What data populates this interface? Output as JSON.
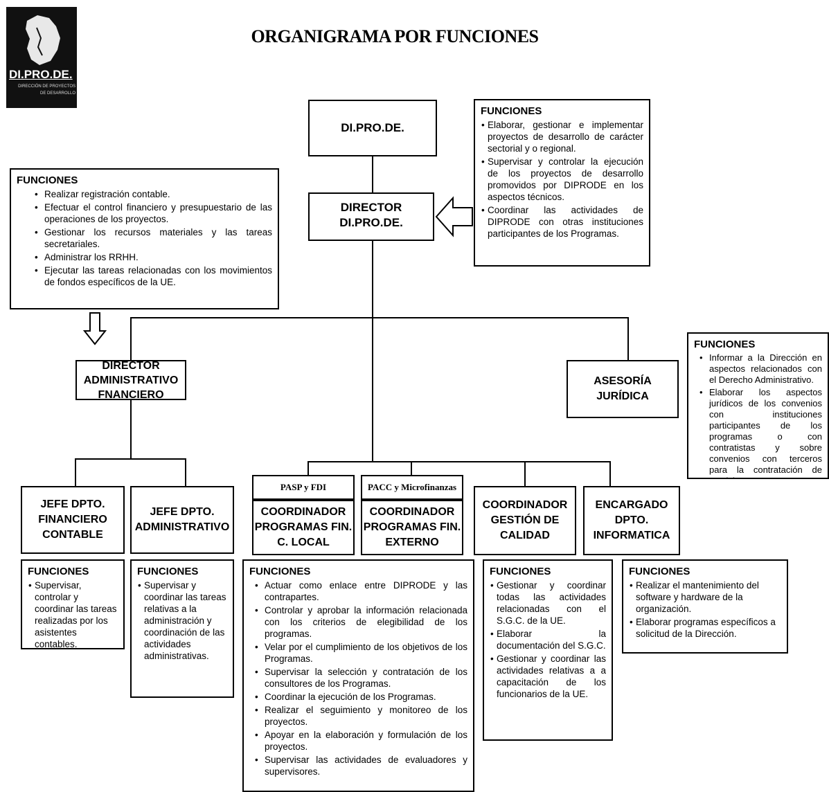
{
  "title": "ORGANIGRAMA POR FUNCIONES",
  "logo": {
    "text": "DI.PRO.DE.",
    "tagline_1": "DIRECCIÓN DE PROYECTOS",
    "tagline_2": "DE DESARROLLO"
  },
  "nodes": {
    "diprode": "DI.PRO.DE.",
    "director_1": "DIRECTOR",
    "director_2": "DI.PRO.DE.",
    "daf_1": "DIRECTOR",
    "daf_2": "ADMINISTRATIVO",
    "daf_3": "FNANCIERO",
    "asesoria": "ASESORÍA JURÍDICA",
    "tag_pasp": "PASP y FDI",
    "tag_pacc": "PACC y Microfinanzas",
    "jfc_1": "JEFE DPTO.",
    "jfc_2": "FINANCIERO",
    "jfc_3": "CONTABLE",
    "jadm_1": "JEFE DPTO.",
    "jadm_2": "ADMINISTRATIVO",
    "cloc_1": "COORDINADOR",
    "cloc_2": "PROGRAMAS FIN.",
    "cloc_3": "C. LOCAL",
    "cext_1": "COORDINADOR",
    "cext_2": "PROGRAMAS FIN.",
    "cext_3": "EXTERNO",
    "cgc_1": "COORDINADOR",
    "cgc_2": "GESTIÓN DE",
    "cgc_3": "CALIDAD",
    "inf_1": "ENCARGADO",
    "inf_2": "DPTO.",
    "inf_3": "INFORMATICA"
  },
  "funciones_label": "FUNCIONES",
  "funciones": {
    "diprode": [
      "Elaborar, gestionar e implementar proyectos de desarrollo de carácter sectorial y o regional.",
      "Supervisar y controlar la ejecución de los proyectos de desarrollo promovidos por DIPRODE en los aspectos técnicos.",
      "Coordinar las actividades de DIPRODE con otras instituciones participantes de los Programas."
    ],
    "admin": [
      "Realizar registración contable.",
      "Efectuar el control financiero y presupuestario de las operaciones de los proyectos.",
      "Gestionar los recursos materiales y las tareas secretariales.",
      "Administrar los RRHH.",
      "Ejecutar las tareas relacionadas con los movimientos de fondos específicos de la UE."
    ],
    "juridica": [
      "Informar a la Dirección en aspectos relacionados con el Derecho Administrativo.",
      "Elaborar los aspectos jurídicos de los convenios con instituciones participantes de los programas o con contratistas y sobre convenios con terceros para la contratación de servicios"
    ],
    "jfc": [
      "Supervisar, controlar y coordinar las tareas realizadas por los asistentes contables."
    ],
    "jadm": [
      "Supervisar y coordinar las tareas relativas a la administración y coordinación de las actividades administrativas."
    ],
    "coord": [
      "Actuar como enlace entre DIPRODE y las contrapartes.",
      "Controlar y aprobar la información relacionada con los criterios de elegibilidad de los programas.",
      "Velar por el cumplimiento de los objetivos de los Programas.",
      "Supervisar la selección y contratación de los consultores de los Programas.",
      "Coordinar la ejecución de los Programas.",
      "Realizar el seguimiento y monitoreo de los proyectos.",
      "Apoyar en la elaboración y formulación de los proyectos.",
      "Supervisar las actividades de evaluadores y supervisores."
    ],
    "cgc": [
      "Gestionar y coordinar todas las actividades relacionadas con el S.G.C. de la UE.",
      "Elaborar la documentación del S.G.C.",
      "Gestionar y coordinar las actividades relativas a a capacitación de los funcionarios de la UE."
    ],
    "inf": [
      "Realizar el mantenimiento del software y hardware de la organización.",
      "Elaborar programas específicos a solicitud de la Dirección."
    ]
  }
}
